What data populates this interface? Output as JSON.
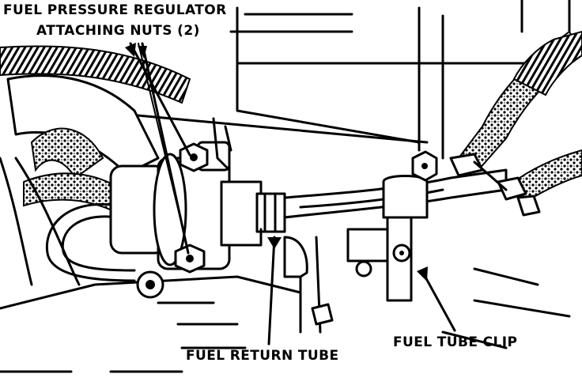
{
  "labels": {
    "regulator_line1": "FUEL PRESSURE REGULATOR",
    "regulator_line2": "ATTACHING NUTS (2)",
    "return_tube": "FUEL RETURN TUBE",
    "tube_clip": "FUEL TUBE CLIP"
  }
}
